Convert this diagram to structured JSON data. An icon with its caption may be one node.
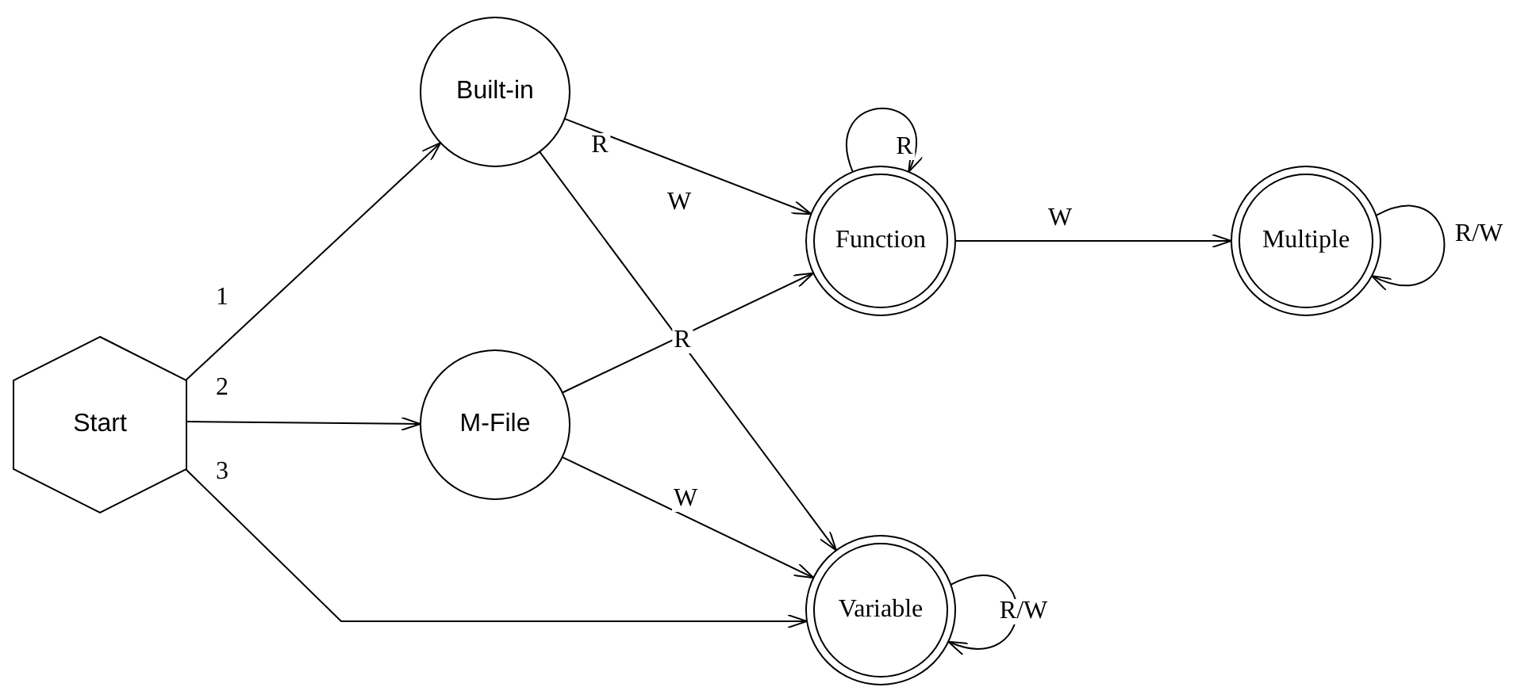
{
  "diagram": {
    "nodes": [
      {
        "text": [
          "Start"
        ]
      },
      {
        "text": [
          "Built-in"
        ]
      },
      {
        "text": [
          "M-File"
        ]
      },
      {
        "text": [
          "Function"
        ]
      },
      {
        "text": [
          "Multiple"
        ]
      },
      {
        "text": [
          "Variable"
        ]
      }
    ],
    "edges": [
      {
        "from": 0,
        "to": 1,
        "arrow": "to",
        "label": "1"
      },
      {
        "from": 0,
        "to": 2,
        "arrow": "to",
        "label": "2"
      },
      {
        "from": 0,
        "to": 5,
        "arrow": "to",
        "label": "3"
      },
      {
        "from": 1,
        "to": 3,
        "arrow": "to",
        "label": "R"
      },
      {
        "from": 1,
        "to": 5,
        "arrow": "to",
        "label": "W"
      },
      {
        "from": 2,
        "to": 3,
        "arrow": "to",
        "label": "R"
      },
      {
        "from": 2,
        "to": 5,
        "arrow": "to",
        "label": "W"
      },
      {
        "from": 3,
        "to": 3,
        "arrow": "to",
        "label": "R"
      },
      {
        "from": 3,
        "to": 4,
        "arrow": "to",
        "label": "W"
      },
      {
        "from": 4,
        "to": 4,
        "arrow": "to",
        "label": "R/W"
      },
      {
        "from": 5,
        "to": 5,
        "arrow": "to",
        "label": "R/W"
      }
    ]
  }
}
